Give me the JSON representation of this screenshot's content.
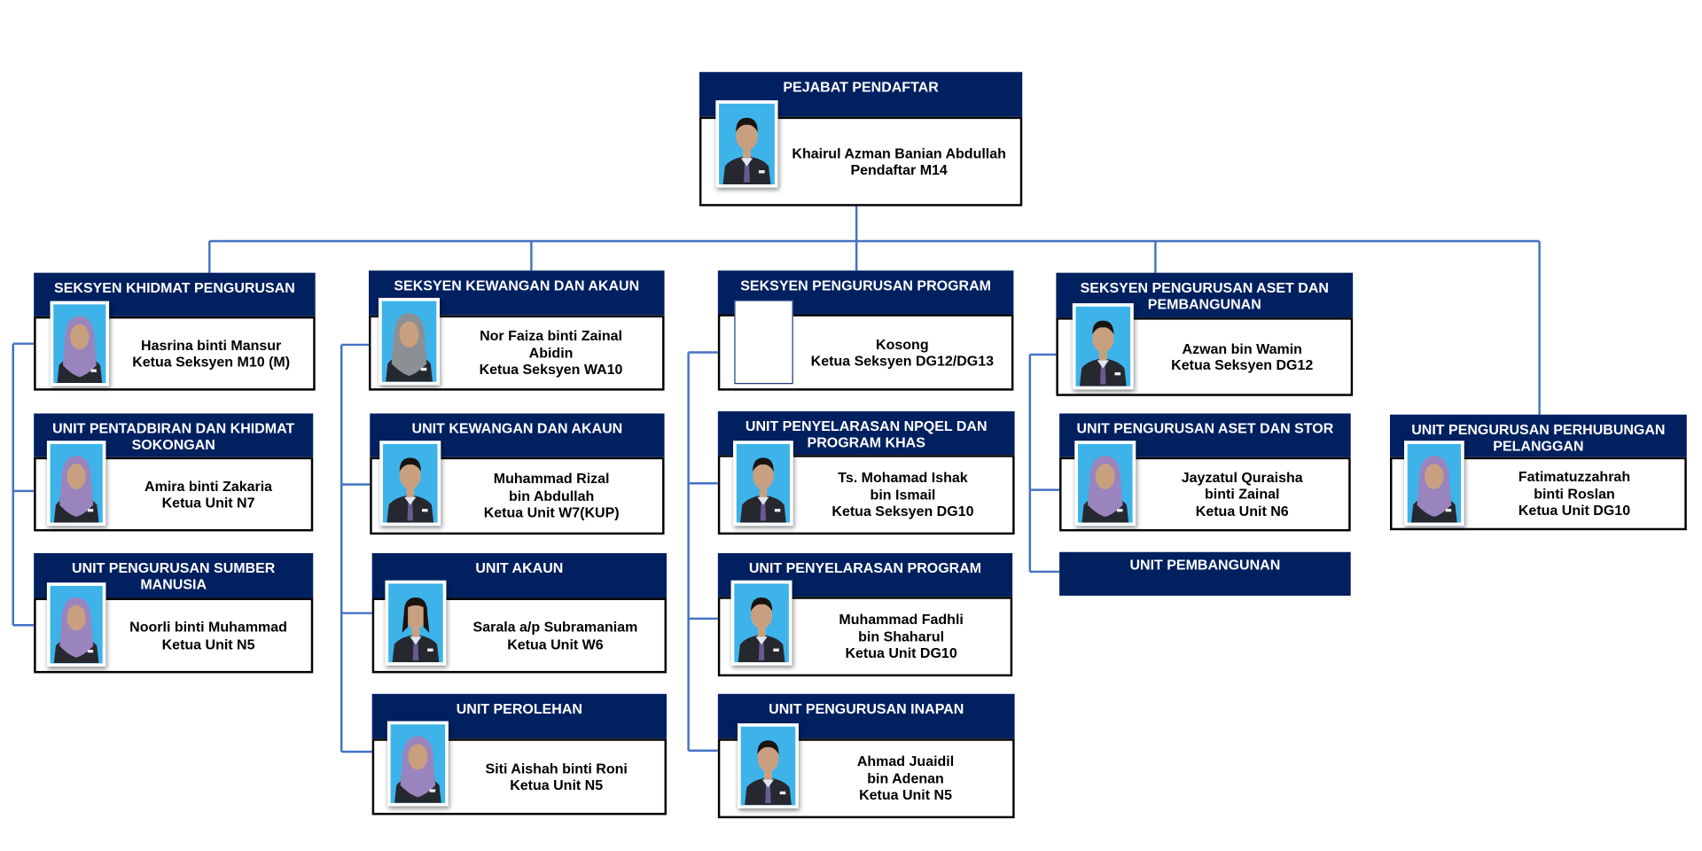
{
  "chart": {
    "top": {
      "title": "PEJABAT PENDAFTAR",
      "lines": [
        "Khairul Azman Banian Abdullah",
        "Pendaftar M14"
      ]
    },
    "units": [
      {
        "title": "SEKSYEN KHIDMAT PENGURUSAN",
        "lines": [
          "Hasrina binti Mansur",
          "Ketua Seksyen M10 (M)"
        ]
      },
      {
        "title": "UNIT PENTADBIRAN DAN KHIDMAT SOKONGAN",
        "lines": [
          "Amira binti Zakaria",
          "Ketua Unit N7"
        ]
      },
      {
        "title": "UNIT PENGURUSAN SUMBER MANUSIA",
        "lines": [
          "Noorli binti Muhammad",
          "Ketua Unit N5"
        ]
      },
      {
        "title": "SEKSYEN KEWANGAN DAN AKAUN",
        "lines": [
          "Nor Faiza binti Zainal",
          "Abidin",
          "Ketua Seksyen WA10"
        ]
      },
      {
        "title": "UNIT KEWANGAN DAN AKAUN",
        "lines": [
          "Muhammad Rizal",
          "bin Abdullah",
          "Ketua Unit W7(KUP)"
        ]
      },
      {
        "title": "UNIT AKAUN",
        "lines": [
          "Sarala a/p Subramaniam",
          "Ketua Unit W6"
        ]
      },
      {
        "title": "UNIT PEROLEHAN",
        "lines": [
          "Siti Aishah binti Roni",
          "Ketua Unit N5"
        ]
      },
      {
        "title": "SEKSYEN PENGURUSAN PROGRAM",
        "lines": [
          "Kosong",
          "Ketua  Seksyen DG12/DG13"
        ]
      },
      {
        "title": "UNIT PENYELARASAN NPQEL DAN PROGRAM KHAS",
        "lines": [
          "Ts. Mohamad Ishak",
          "bin Ismail",
          "Ketua Seksyen DG10"
        ]
      },
      {
        "title": "UNIT PENYELARASAN PROGRAM",
        "lines": [
          "Muhammad Fadhli",
          "bin Shaharul",
          "Ketua Unit DG10"
        ]
      },
      {
        "title": "UNIT PENGURUSAN INAPAN",
        "lines": [
          "Ahmad Juaidil",
          "bin Adenan",
          "Ketua Unit N5"
        ]
      },
      {
        "title": "SEKSYEN PENGURUSAN ASET DAN PEMBANGUNAN",
        "lines": [
          "Azwan bin Wamin",
          "Ketua  Seksyen DG12"
        ]
      },
      {
        "title": "UNIT PENGURUSAN ASET DAN STOR",
        "lines": [
          "Jayzatul Quraisha",
          "binti Zainal",
          "Ketua Unit N6"
        ]
      },
      {
        "title": "UNIT PEMBANGUNAN",
        "lines": []
      },
      {
        "title": "UNIT PENGURUSAN PERHUBUNGAN PELANGGAN",
        "lines": [
          "Fatimatuzzahrah",
          "binti Roslan",
          "Ketua Unit DG10"
        ]
      }
    ]
  },
  "colors": {
    "header": "#002060",
    "connector": "#4472c4",
    "photo_bg": "#3db3ea"
  }
}
